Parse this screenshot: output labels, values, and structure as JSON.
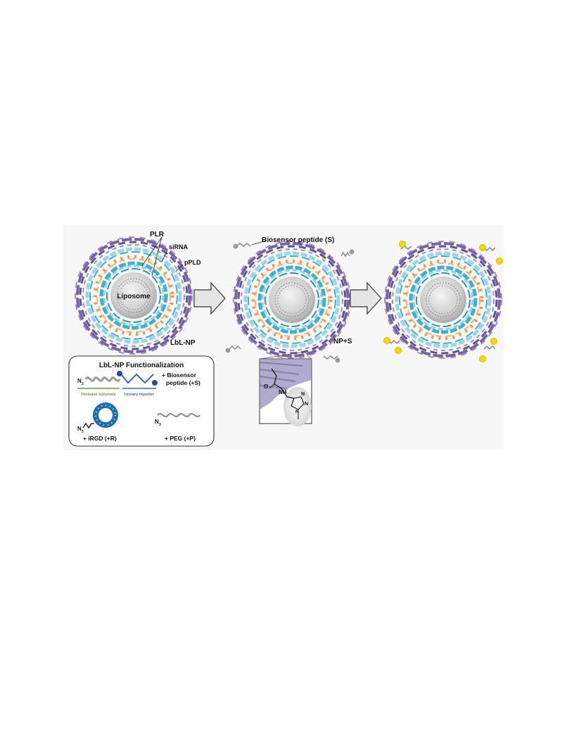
{
  "labels": {
    "plr": "PLR",
    "sirna": "siRNA",
    "ppld": "pPLD",
    "liposome": "Liposome",
    "lbl_np": "LbL-NP",
    "biosensor_peptide": "Biosensor peptide (S)",
    "np_s": "NP+S"
  },
  "legend": {
    "title": "LbL-NP Functionalization",
    "azide": "N",
    "azide_sub": "3",
    "biosensor_line1": "+ Biosensor",
    "biosensor_line2": "peptide (+S)",
    "protease_substrate": "Protease substrate",
    "urinary_reporter": "Urinary reporter",
    "irgd": "+ iRGD (+R)",
    "peg": "+ PEG (+P)"
  },
  "inset": {
    "o": "O",
    "nh": "NH",
    "n": "N"
  },
  "colors": {
    "ppld_purple": "#6a4f9a",
    "ppld_dark": "#3d3a78",
    "plr_cyan": "#3fb0cc",
    "plr_light": "#8fd3e3",
    "sirna_orange": "#f0913a",
    "liposome_gray": "#c9c9c9",
    "protease_green": "#6b9a3a",
    "reporter_blue": "#3a6aa8",
    "reporter_dark": "#1f4f9a",
    "peg_gray": "#8a8a8a",
    "cleaved_yellow": "#f5d800",
    "panel_bg": "#f7f7f7"
  },
  "icons": [
    "right-arrow-icon",
    "irgd-ring-icon",
    "triazole-icon"
  ]
}
